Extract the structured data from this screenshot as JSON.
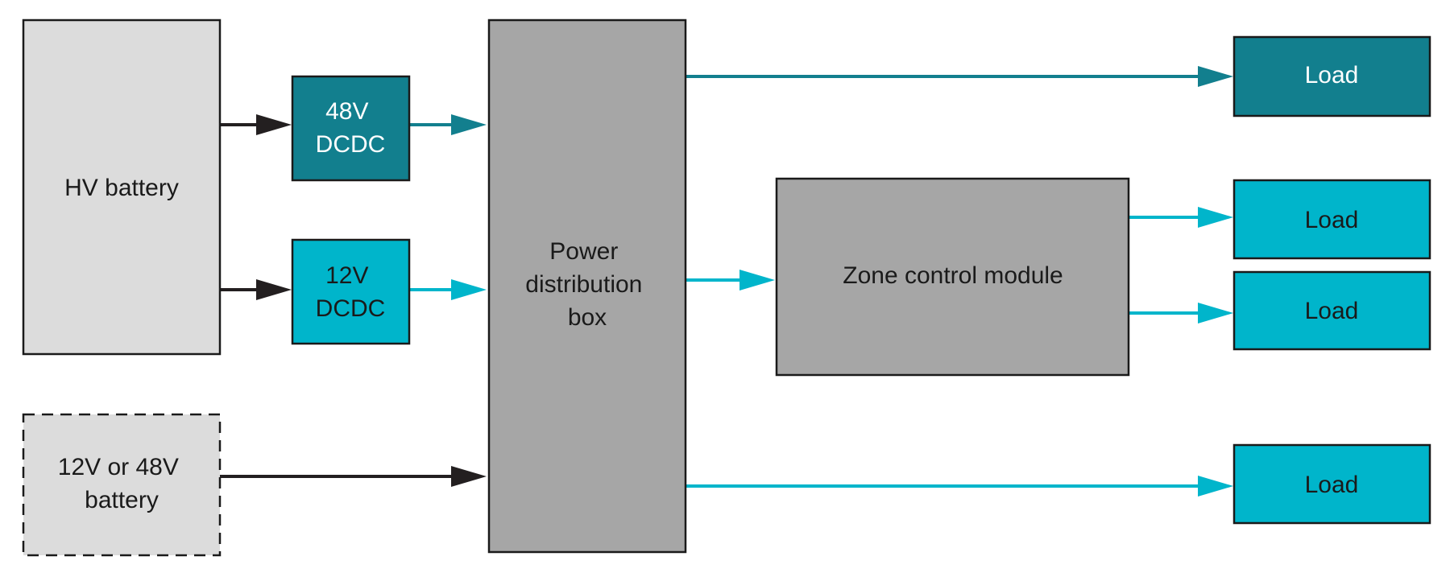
{
  "diagram": {
    "colors": {
      "dark_teal": "#127f8e",
      "cyan": "#00b5cb",
      "light_gray": "#dcdcdc",
      "mid_gray": "#a6a6a6",
      "connector_black": "#231f20"
    },
    "nodes": {
      "hv_battery": {
        "lines": [
          "HV battery"
        ]
      },
      "dcdc_48v": {
        "lines": [
          "48V",
          "DCDC"
        ]
      },
      "dcdc_12v": {
        "lines": [
          "12V",
          "DCDC"
        ]
      },
      "aux_battery": {
        "lines": [
          "12V or 48V",
          "battery"
        ]
      },
      "pdb": {
        "lines": [
          "Power",
          "distribution",
          "box"
        ]
      },
      "zcm": {
        "lines": [
          "Zone control module"
        ]
      },
      "load_top": {
        "lines": [
          "Load"
        ]
      },
      "load_zone_1": {
        "lines": [
          "Load"
        ]
      },
      "load_zone_2": {
        "lines": [
          "Load"
        ]
      },
      "load_bottom": {
        "lines": [
          "Load"
        ]
      }
    }
  }
}
